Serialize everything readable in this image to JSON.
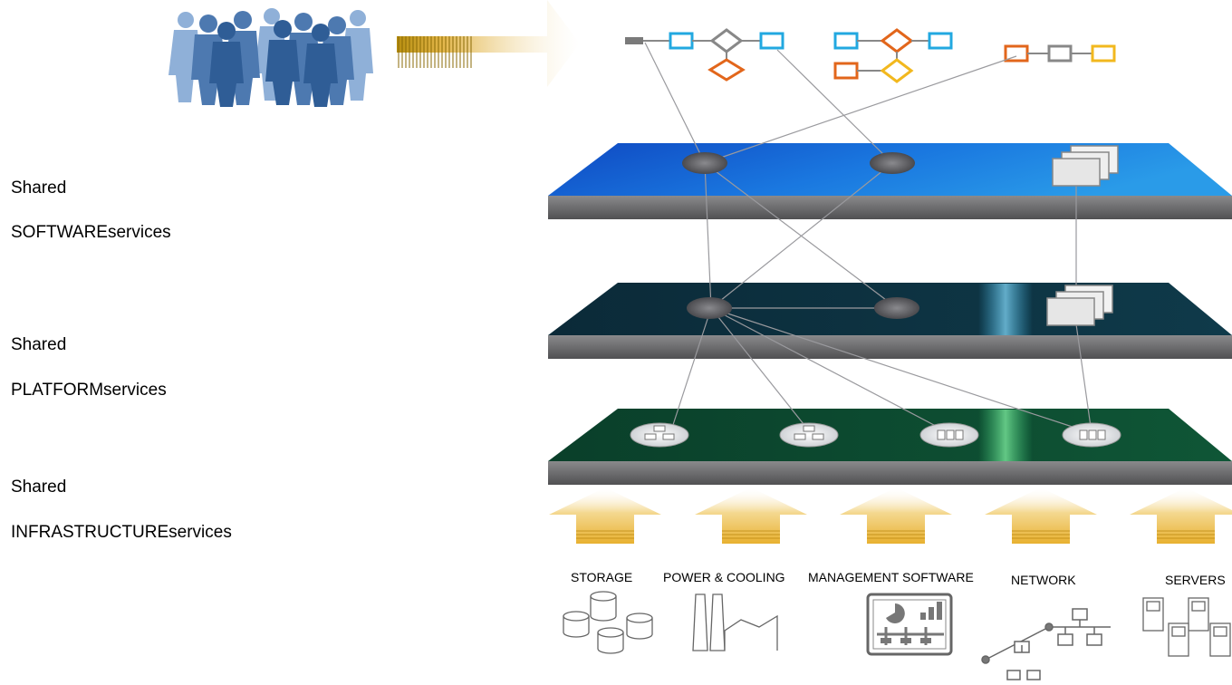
{
  "layers": [
    {
      "line1": "Shared",
      "line2": "SOFTWAREservices"
    },
    {
      "line1": "Shared",
      "line2": "PLATFORMservices"
    },
    {
      "line1": "Shared",
      "line2": "INFRASTRUCTUREservices"
    }
  ],
  "sources": [
    {
      "label": "STORAGE",
      "icon": "storage-icon"
    },
    {
      "label": "POWER & COOLING",
      "icon": "factory-icon"
    },
    {
      "label": "MANAGEMENT SOFTWARE",
      "icon": "dashboard-icon"
    },
    {
      "label": "NETWORK",
      "icon": "network-icon"
    },
    {
      "label": "SERVERS",
      "icon": "servers-icon"
    }
  ],
  "colors": {
    "software_layer": "#1560d8",
    "platform_layer": "#0c3040",
    "infrastructure_layer": "#0b4a30",
    "layer_edge": "#6e6e70",
    "process_orange": "#e2661b",
    "process_blue": "#22a8e0",
    "process_yellow": "#f2b81e",
    "users": "#4d79b0"
  }
}
